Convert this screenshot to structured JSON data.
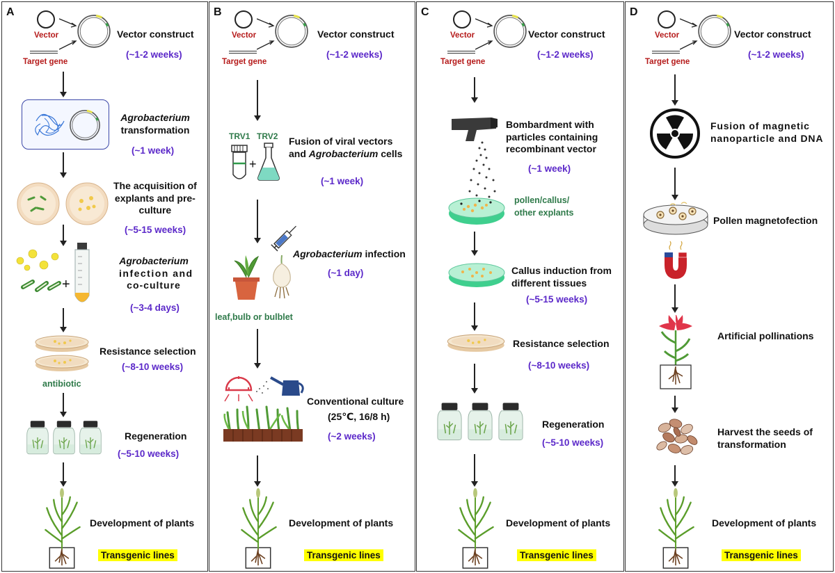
{
  "common": {
    "vector": "Vector",
    "target_gene": "Target gene",
    "vector_construct": "Vector construct",
    "vector_time": "(~1-2 weeks)",
    "development": "Development of plants",
    "transgenic": "Transgenic lines"
  },
  "panel_a": {
    "letter": "A",
    "agro_word": "Agrobacterium",
    "agro_rest": "transformation",
    "agro_time": "(~1 week)",
    "explants_1": "The acquisition of",
    "explants_2": "explants and pre-",
    "explants_3": "culture",
    "explants_time": "(~5-15 weeks)",
    "infection_word": "Agrobacterium",
    "infection_2": "infection and",
    "infection_3": "co-culture",
    "infection_time": "(~3-4 days)",
    "plus": "+",
    "resistance": "Resistance selection",
    "resistance_time": "(~8-10 weeks)",
    "antibiotic": "antibiotic",
    "regeneration": "Regeneration",
    "regeneration_time": "(~5-10 weeks)"
  },
  "panel_b": {
    "letter": "B",
    "trv1": "TRV1",
    "trv2": "TRV2",
    "plus": "+",
    "fusion_1": "Fusion of viral vectors",
    "fusion_2a": "and ",
    "fusion_2b": "Agrobacterium",
    "fusion_2c": " cells",
    "fusion_time": "(~1 week)",
    "infection_word": "Agrobacterium",
    "infection_rest": " infection",
    "infection_time": "(~1 day)",
    "leaf_label": "leaf,bulb or bulblet",
    "culture": "Conventional culture",
    "culture_cond": "(25℃, 16/8 h)",
    "culture_time": "(~2 weeks)"
  },
  "panel_c": {
    "letter": "C",
    "bomb_1": "Bombardment with",
    "bomb_2": "particles containing",
    "bomb_3": "recombinant vector",
    "bomb_time": "(~1 week)",
    "pollen_1": "pollen/callus/",
    "pollen_2": "other explants",
    "callus_1": "Callus induction from",
    "callus_2": "different tissues",
    "callus_time": "(~5-15 weeks)",
    "resistance": "Resistance selection",
    "resistance_time": "(~8-10 weeks)",
    "regeneration": "Regeneration",
    "regeneration_time": "(~5-10 weeks)"
  },
  "panel_d": {
    "letter": "D",
    "fusion_1": "Fusion of magnetic",
    "fusion_2": "nanoparticle and DNA",
    "magneto": "Pollen magnetofection",
    "pollination": "Artificial pollinations",
    "harvest_1": "Harvest the seeds of",
    "harvest_2": "transformation"
  }
}
